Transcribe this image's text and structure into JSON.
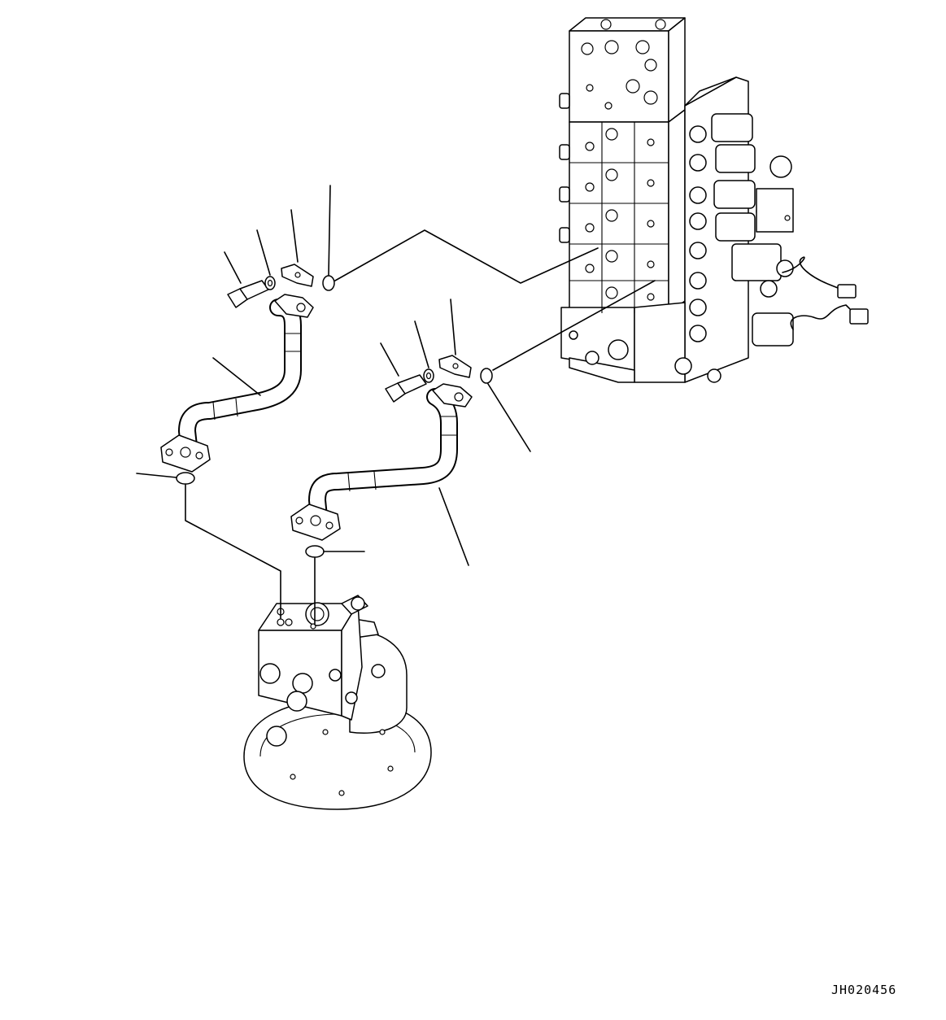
{
  "drawing": {
    "id_label": "JH020456"
  },
  "parts": [
    {
      "name": "control-valve"
    },
    {
      "name": "swing-motor"
    },
    {
      "name": "hose-upper"
    },
    {
      "name": "hose-lower"
    }
  ],
  "icons": {
    "bolt": "bolt-icon",
    "washer": "washer-icon",
    "split-flange": "split-flange-icon",
    "o-ring": "o-ring-icon"
  }
}
